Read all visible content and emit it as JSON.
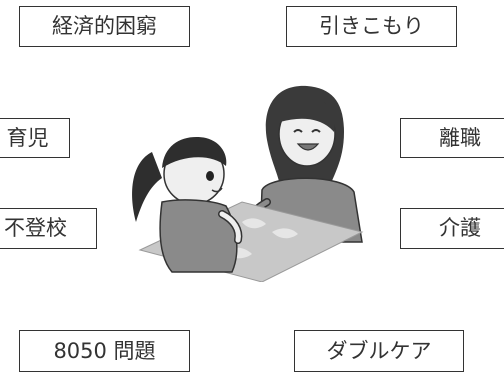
{
  "labels": {
    "top_left": "経済的困窮",
    "top_right": "引きこもり",
    "mid_left": "育児",
    "mid_right": "離職",
    "lower_left": "不登校",
    "lower_right": "介護",
    "bottom_left": "8050 問題",
    "bottom_right": "ダブルケア"
  },
  "colors": {
    "border": "#333333",
    "text": "#333333",
    "background": "#ffffff"
  },
  "illustration": {
    "icon": "child-and-mother-doing-puzzle-illustration"
  }
}
